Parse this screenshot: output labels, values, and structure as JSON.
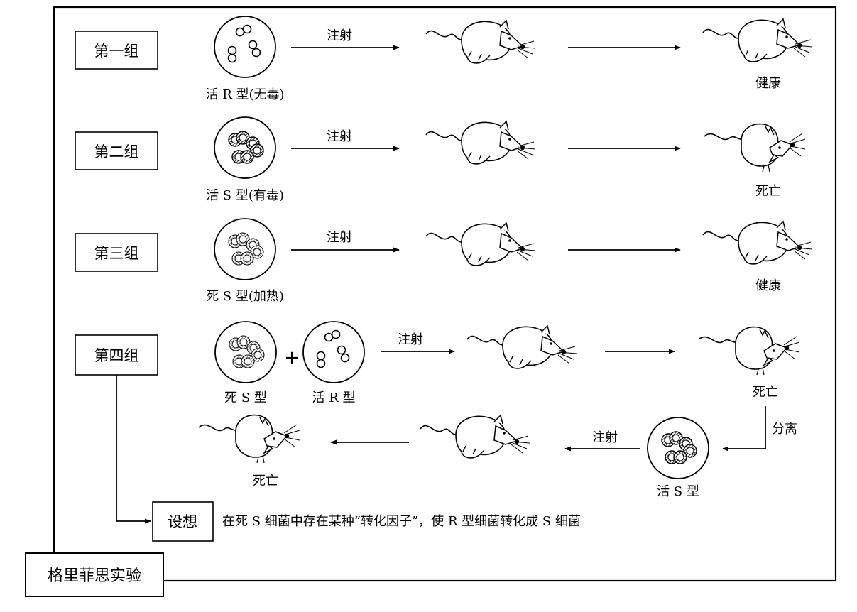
{
  "groups": [
    {
      "label": "第一组",
      "dish": "活 R 型(无毒)",
      "inject": "注射",
      "result": "健康"
    },
    {
      "label": "第二组",
      "dish": "活 S 型(有毒)",
      "inject": "注射",
      "result": "死亡"
    },
    {
      "label": "第三组",
      "dish": "死 S 型(加热)",
      "inject": "注射",
      "result": "健康"
    },
    {
      "label": "第四组",
      "dish_a": "死 S 型",
      "plus": "+",
      "dish_b": "活 R 型",
      "inject": "注射",
      "result": "死亡"
    }
  ],
  "step2": {
    "separate": "分离",
    "dish": "活 S 型",
    "inject": "注射",
    "result": "死亡"
  },
  "hypothesis": {
    "label": "设想",
    "text": "在死 S 细菌中存在某种“转化因子”，使 R 型细菌转化成 S 细菌"
  },
  "experiment_title": "格里菲思实验"
}
